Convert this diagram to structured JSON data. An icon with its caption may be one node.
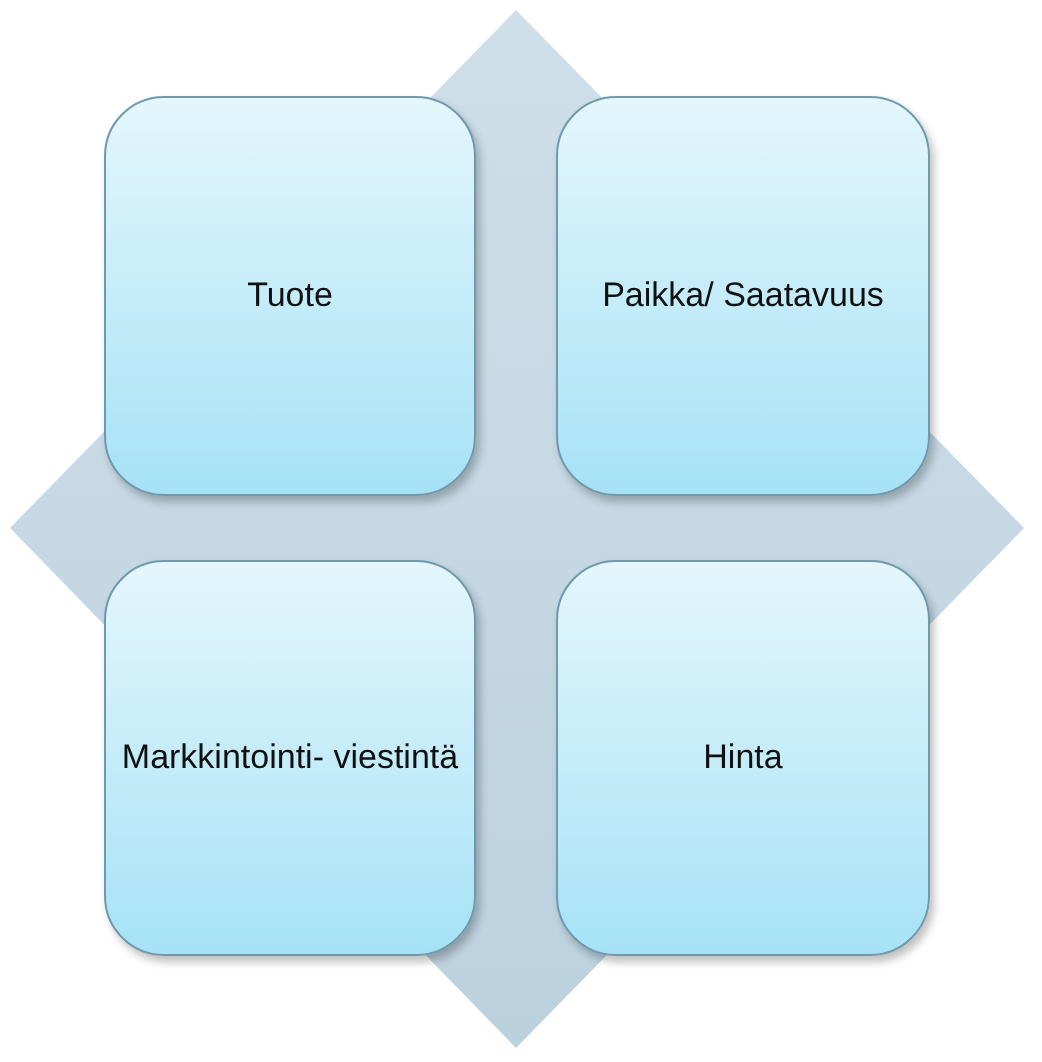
{
  "diagram": {
    "nodes": [
      {
        "text": [
          "Tuote"
        ]
      },
      {
        "text": [
          "Paikka/ Saatavuus"
        ]
      },
      {
        "text": [
          "Markkintointi- viestintä"
        ]
      },
      {
        "text": [
          "Hinta"
        ]
      }
    ]
  }
}
